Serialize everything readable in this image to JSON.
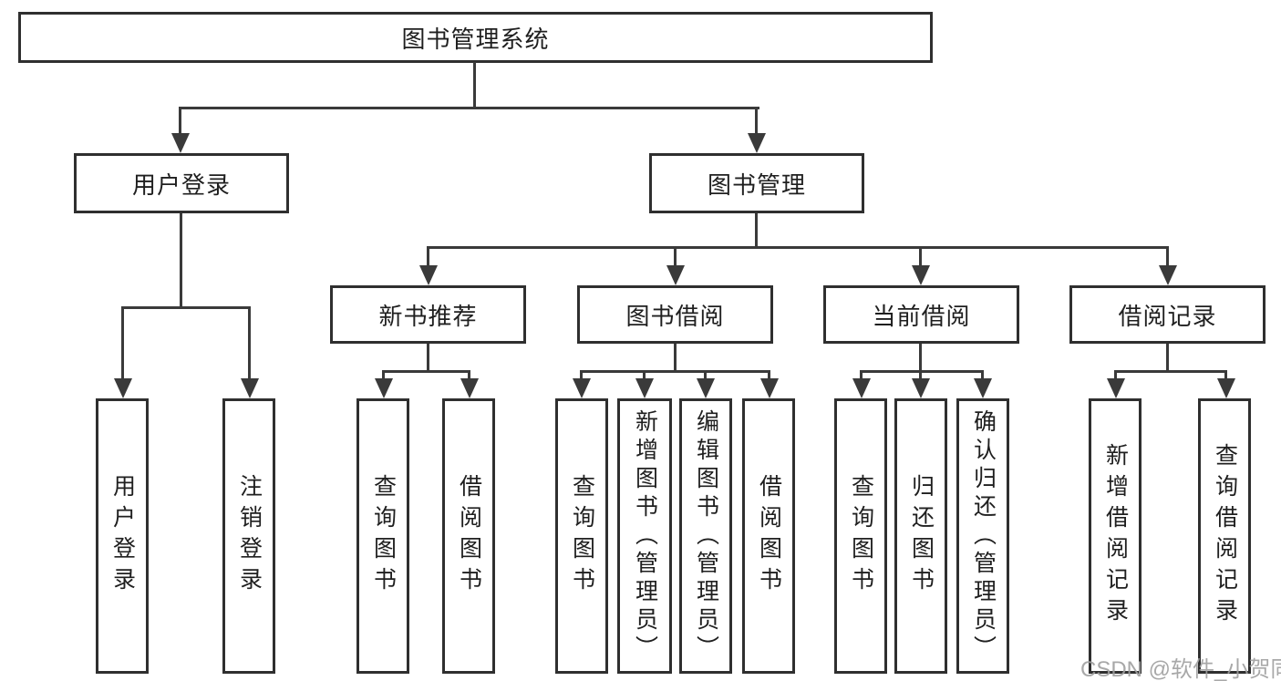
{
  "diagram_title": "图书管理系统",
  "watermark": "CSDN @软件_小贺同学",
  "colors": {
    "line": "#3a3a3a",
    "box_border": "#2f2f2f",
    "text": "#1f1f1f",
    "watermark": "#9e9e9e",
    "background": "#ffffff"
  },
  "tree": {
    "root": {
      "label": "图书管理系统",
      "children": [
        {
          "label": "用户登录",
          "children": [
            {
              "label": "用户登录"
            },
            {
              "label": "注销登录"
            }
          ]
        },
        {
          "label": "图书管理",
          "children": [
            {
              "label": "新书推荐",
              "children": [
                {
                  "label": "查询图书"
                },
                {
                  "label": "借阅图书"
                }
              ]
            },
            {
              "label": "图书借阅",
              "children": [
                {
                  "label": "查询图书"
                },
                {
                  "label": "新增图书（管理员）"
                },
                {
                  "label": "编辑图书（管理员）"
                },
                {
                  "label": "借阅图书"
                }
              ]
            },
            {
              "label": "当前借阅",
              "children": [
                {
                  "label": "查询图书"
                },
                {
                  "label": "归还图书"
                },
                {
                  "label": "确认归还（管理员）"
                }
              ]
            },
            {
              "label": "借阅记录",
              "children": [
                {
                  "label": "新增借阅记录"
                },
                {
                  "label": "查询借阅记录"
                }
              ]
            }
          ]
        }
      ]
    }
  }
}
